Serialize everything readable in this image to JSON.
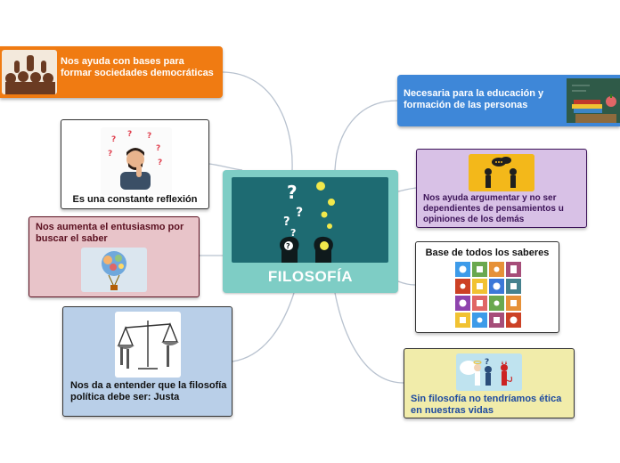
{
  "central": {
    "title": "FILOSOFÍA",
    "image_icon": "heads-question-ideas-icon"
  },
  "branches": {
    "democracias": {
      "text": "Nos ayuda con bases para formar sociedades democráticas",
      "image_icon": "protest-crowd-icon",
      "color": "#f07b12"
    },
    "reflexion": {
      "text": "Es una constante reflexión",
      "image_icon": "thinking-man-icon",
      "color": "#ffffff"
    },
    "entusiasmo": {
      "text": "Nos aumenta el entusiasmo por buscar el saber",
      "image_icon": "ideas-balloon-icon",
      "color": "#e8c4c9"
    },
    "justa": {
      "text": "Nos da a entender que la filosofía política debe ser: Justa",
      "image_icon": "justice-scale-icon",
      "color": "#b9cfe8"
    },
    "educacion": {
      "text": "Necesaria para la educación y formación de las personas",
      "image_icon": "books-chalkboard-icon",
      "color": "#3e87d8"
    },
    "argumentar": {
      "text": "Nos ayuda argumentar y no ser dependientes de pensamientos u opiniones de los demás",
      "image_icon": "debate-people-icon",
      "color": "#d8c1e6"
    },
    "saberes": {
      "text": "Base de todos los saberes",
      "image_icon": "subjects-grid-icon",
      "color": "#ffffff"
    },
    "etica": {
      "text": "Sin filosofía no tendríamos ética en nuestras vidas",
      "image_icon": "angel-devil-icon",
      "color": "#f1ecaa"
    }
  },
  "colors": {
    "connector": "#b8c2cf",
    "central": "#7ecdc5"
  }
}
